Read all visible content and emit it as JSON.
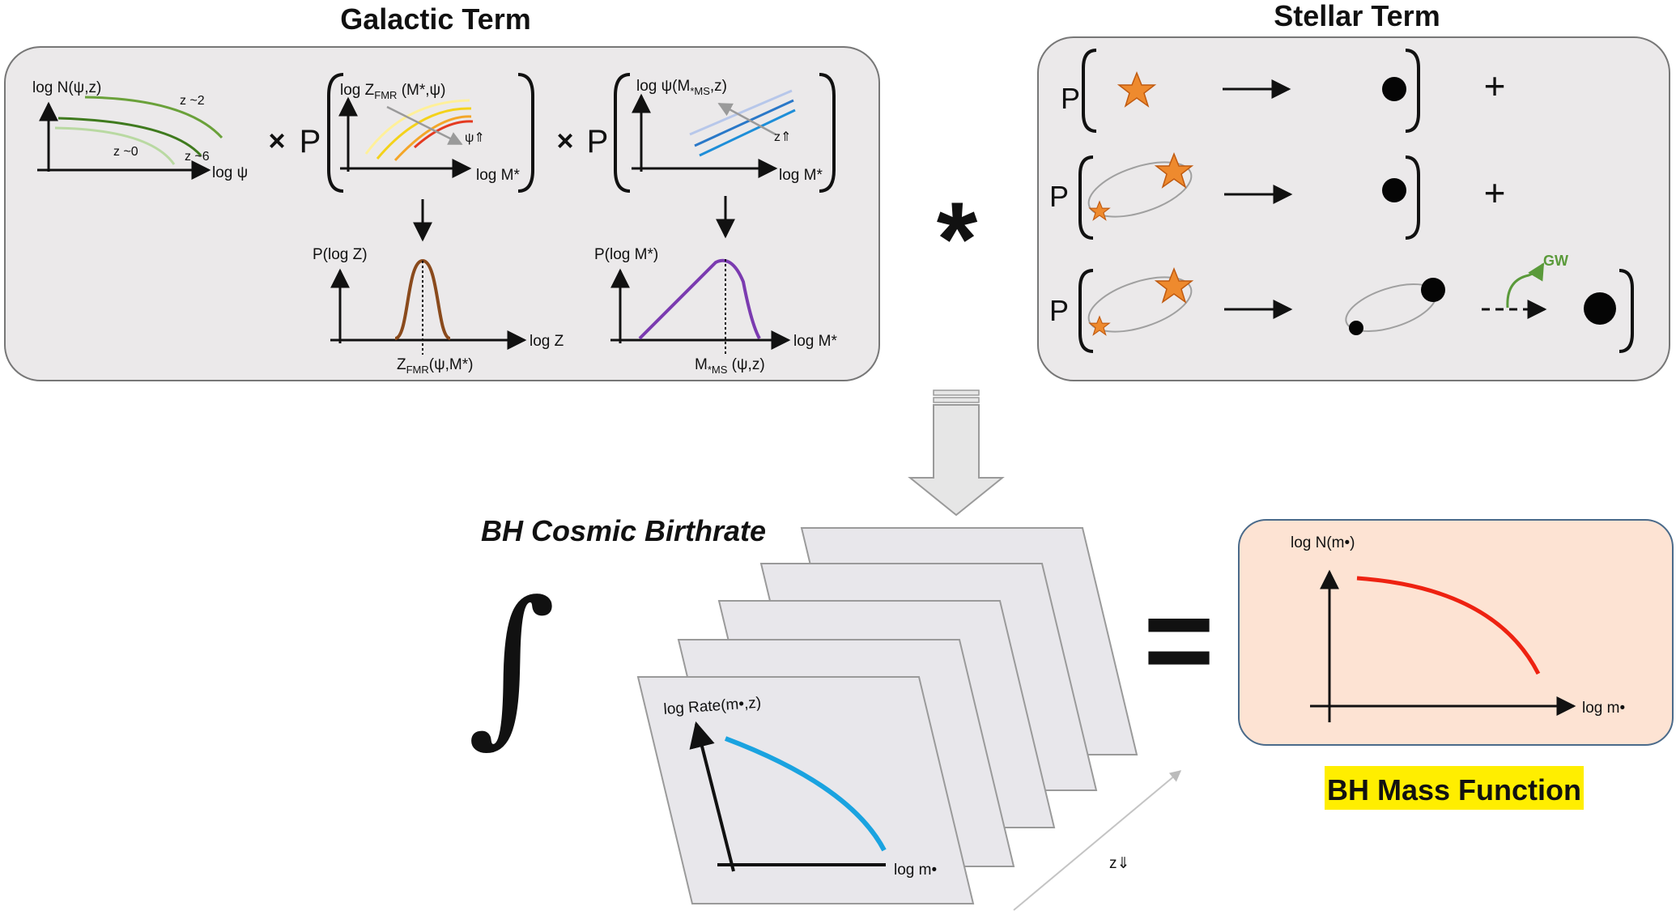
{
  "galactic": {
    "title": "Galactic Term",
    "plot1": {
      "ylabel": "log N(ψ,z)",
      "xlabel": "log ψ",
      "curve_labels": [
        "z ~2",
        "z ~6",
        "z ~0"
      ]
    },
    "times1": "×",
    "p1": "P",
    "plot2": {
      "ylabel": "log Z",
      "ylabel_sub": "FMR",
      "ylabel_args": " (M*,ψ)",
      "xlabel": "log M*",
      "trend": "ψ⇑"
    },
    "times2": "×",
    "p2": "P",
    "plot3": {
      "ylabel": "log ψ(M",
      "ylabel_sub": "*MS",
      "ylabel_args": ",z)",
      "xlabel": "log M*",
      "trend": "z⇑"
    },
    "dist1": {
      "ylabel": "P(log Z)",
      "xlabel": "log Z",
      "peak_label": "Z",
      "peak_sub": "FMR",
      "peak_args": "(ψ,M*)"
    },
    "dist2": {
      "ylabel": "P(log M*)",
      "xlabel": "log M*",
      "peak_label": "M",
      "peak_sub": "*MS",
      "peak_args": " (ψ,z)"
    }
  },
  "operator_convolve": "*",
  "stellar": {
    "title": "Stellar Term",
    "rows": [
      {
        "p": "P",
        "plus": "+"
      },
      {
        "p": "P",
        "plus": "+"
      },
      {
        "p": "P",
        "gw_label": "GW"
      }
    ]
  },
  "birthrate": {
    "title": "BH Cosmic Birthrate",
    "integral": "∫",
    "ylabel": "log Rate(m•,z)",
    "xlabel": "log m•",
    "z_label": "z⇓"
  },
  "equals": "=",
  "mass_function": {
    "ylabel": "log N(m•)",
    "xlabel": "log m•",
    "title": "BH Mass Function"
  },
  "colors": {
    "panel_fill": "#ebe9ea",
    "panel_stroke": "#777777",
    "mf_fill": "#fde3d3",
    "mf_stroke": "#4a6a8a",
    "highlight": "#ffee00",
    "star": "#ee8a2e",
    "rate_curve": "#1aa3e0",
    "mf_curve": "#ee2211",
    "green_dark": "#3f7a1e",
    "green_mid": "#6aa13a",
    "green_light": "#b9d9a2",
    "dist1_curve": "#8a4a1c",
    "dist2_curve": "#7b3bb0",
    "gw": "#5a9a3a"
  }
}
